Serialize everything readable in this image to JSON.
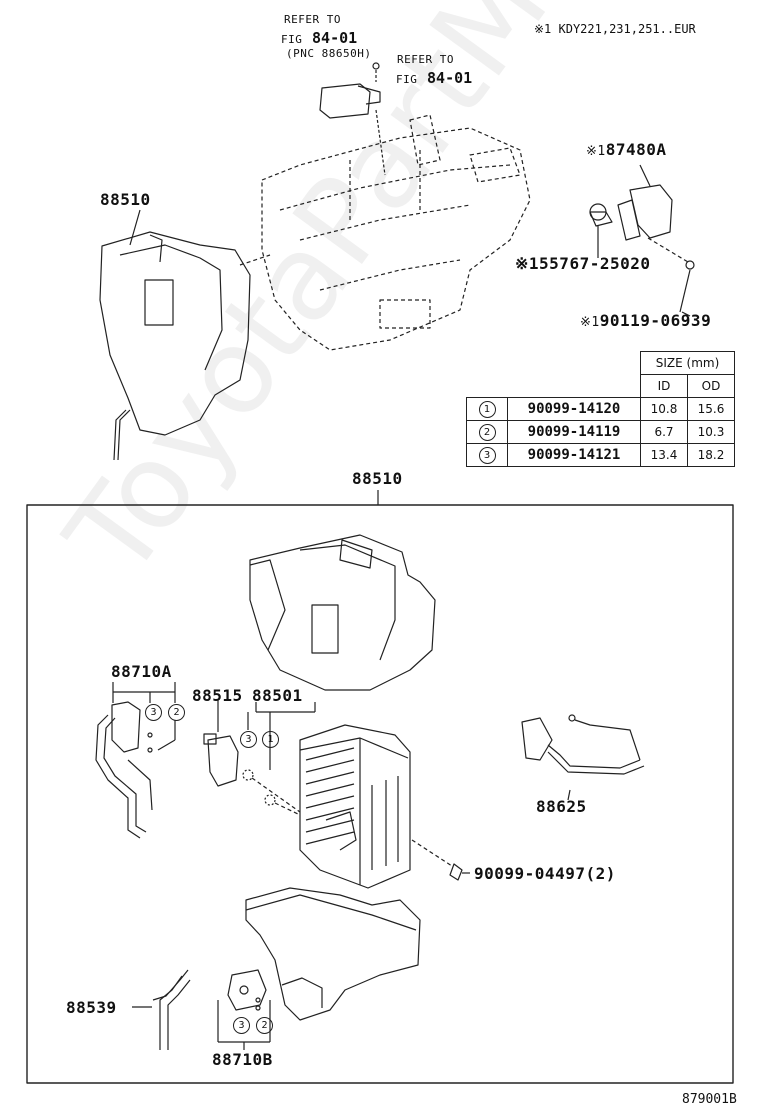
{
  "watermark": "ToyotaPartMineru",
  "note": "※1 KDY221,231,251..EUR",
  "ref1": {
    "line1": "REFER TO",
    "fig": "FIG",
    "num": "84-01",
    "pnc": "(PNC 88650H)"
  },
  "ref2": {
    "line1": "REFER TO",
    "fig": "FIG",
    "num": "84-01"
  },
  "parts": {
    "p87480a_mark": "※1",
    "p87480a": "87480A",
    "p88510_top": "88510",
    "p155767": "※155767-25020",
    "p90119_mark": "※1",
    "p90119": "90119-06939",
    "p88510_box": "88510",
    "p88710a": "88710A",
    "p88515": "88515",
    "p88501": "88501",
    "p88625": "88625",
    "p90099_04497": "90099-04497(2)",
    "p88539": "88539",
    "p88710b": "88710B"
  },
  "size_table": {
    "title": "SIZE (mm)",
    "col_id": "ID",
    "col_od": "OD",
    "rows": [
      {
        "circle": "1",
        "part": "90099-14120",
        "id": "10.8",
        "od": "15.6"
      },
      {
        "circle": "2",
        "part": "90099-14119",
        "id": "6.7",
        "od": "10.3"
      },
      {
        "circle": "3",
        "part": "90099-14121",
        "id": "13.4",
        "od": "18.2"
      }
    ]
  },
  "callouts": {
    "c1": "1",
    "c2": "2",
    "c3": "3"
  },
  "figure_id": "879001B"
}
